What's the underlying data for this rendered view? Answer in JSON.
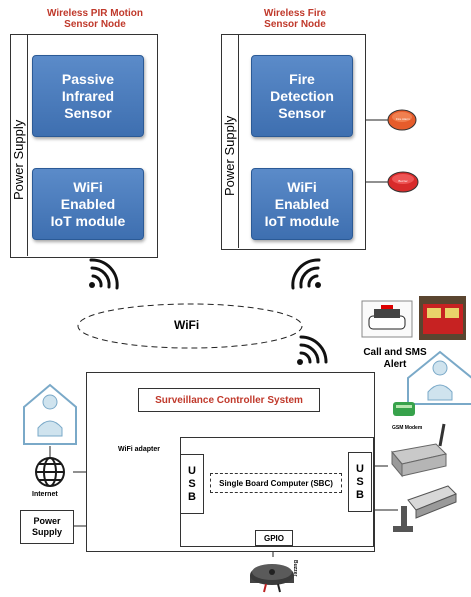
{
  "pir_node": {
    "title_line1": "Wireless PIR Motion",
    "title_line2": "Sensor Node",
    "power_supply": "Power Supply",
    "sensor_line1": "Passive",
    "sensor_line2": "Infrared",
    "sensor_line3": "Sensor",
    "module_line1": "WiFi",
    "module_line2": "Enabled",
    "module_line3": "IoT module"
  },
  "fire_node": {
    "title_line1": "Wireless Fire",
    "title_line2": "Sensor Node",
    "power_supply": "Power Supply",
    "sensor_line1": "Fire",
    "sensor_line2": "Detection",
    "sensor_line3": "Sensor",
    "module_line1": "WiFi",
    "module_line2": "Enabled",
    "module_line3": "IoT module",
    "device1": "Fire Alarm",
    "device2": "Buzzer"
  },
  "wifi": {
    "label": "WiFi"
  },
  "alert": {
    "line1": "Call and SMS",
    "line2": "Alert"
  },
  "controller": {
    "title": "Surveillance Controller System",
    "wifi_adapter": "WiFi adapter",
    "sbc": "Single Board Computer (SBC)",
    "usb_left": [
      "U",
      "S",
      "B"
    ],
    "usb_right": [
      "U",
      "S",
      "B"
    ],
    "gpio": "GPIO",
    "gsm": "GSM Modem",
    "buzzer": "Buzzer"
  },
  "internet": {
    "label": "Internet"
  },
  "power_supply_box": {
    "line1": "Power",
    "line2": "Supply"
  },
  "colors": {
    "accent_blue": "#3e6fb0",
    "title_red": "#c0392b"
  }
}
